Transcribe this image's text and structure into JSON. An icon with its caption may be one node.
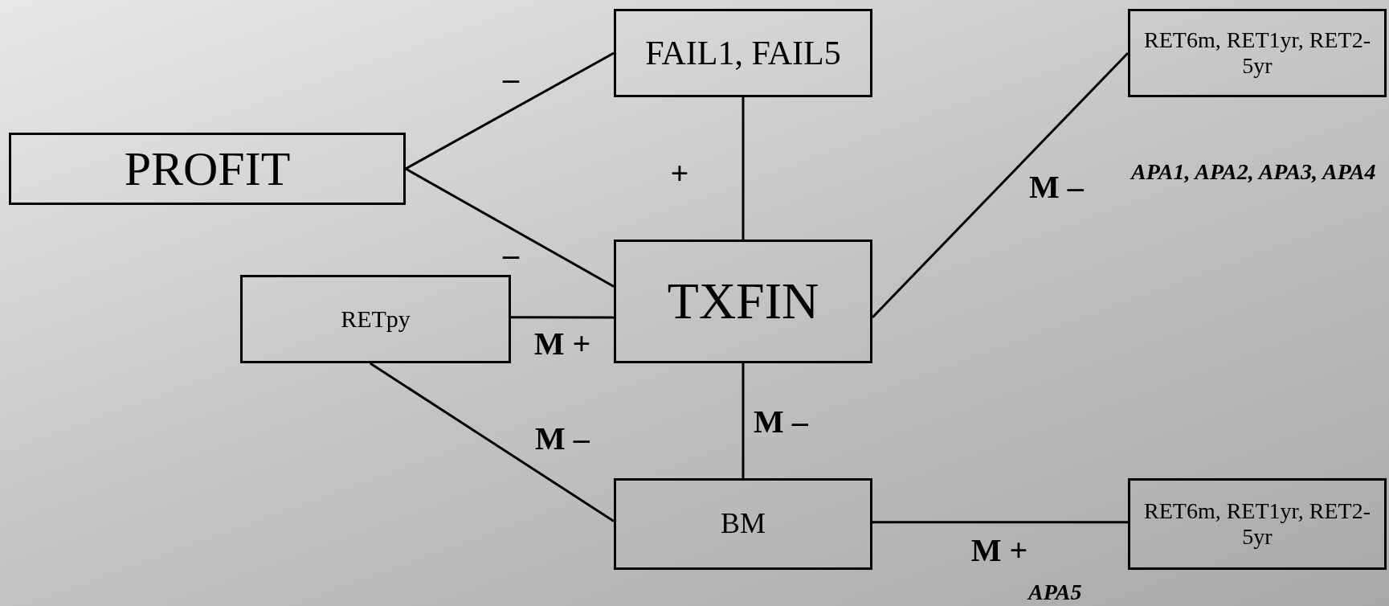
{
  "diagram": {
    "nodes": [
      {
        "text": [
          "FAIL1, FAIL5"
        ]
      },
      {
        "text": [
          "RET6m, RET1yr, RET2-5yr"
        ]
      },
      {
        "text": [
          "PROFIT"
        ]
      },
      {
        "text": [
          "TXFIN"
        ]
      },
      {
        "text": [
          "RETpy"
        ]
      },
      {
        "text": [
          "BM"
        ]
      },
      {
        "text": [
          "RET6m, RET1yr, RET2-5yr"
        ]
      }
    ],
    "edges": [
      {
        "from": 2,
        "to": 0,
        "arrow": "none",
        "label": "–"
      },
      {
        "from": 2,
        "to": 3,
        "arrow": "none",
        "label": "–"
      },
      {
        "from": 0,
        "to": 3,
        "arrow": "none",
        "label": "+"
      },
      {
        "from": 3,
        "to": 1,
        "arrow": "none",
        "label": "M –"
      },
      {
        "from": 4,
        "to": 3,
        "arrow": "none",
        "label": "M +"
      },
      {
        "from": 4,
        "to": 5,
        "arrow": "none",
        "label": "M –"
      },
      {
        "from": 3,
        "to": 5,
        "arrow": "none",
        "label": "M –"
      },
      {
        "from": 5,
        "to": 6,
        "arrow": "none",
        "label": "M +"
      }
    ],
    "labels": [
      "APA1, APA2, APA3, APA4",
      "APA5"
    ]
  }
}
